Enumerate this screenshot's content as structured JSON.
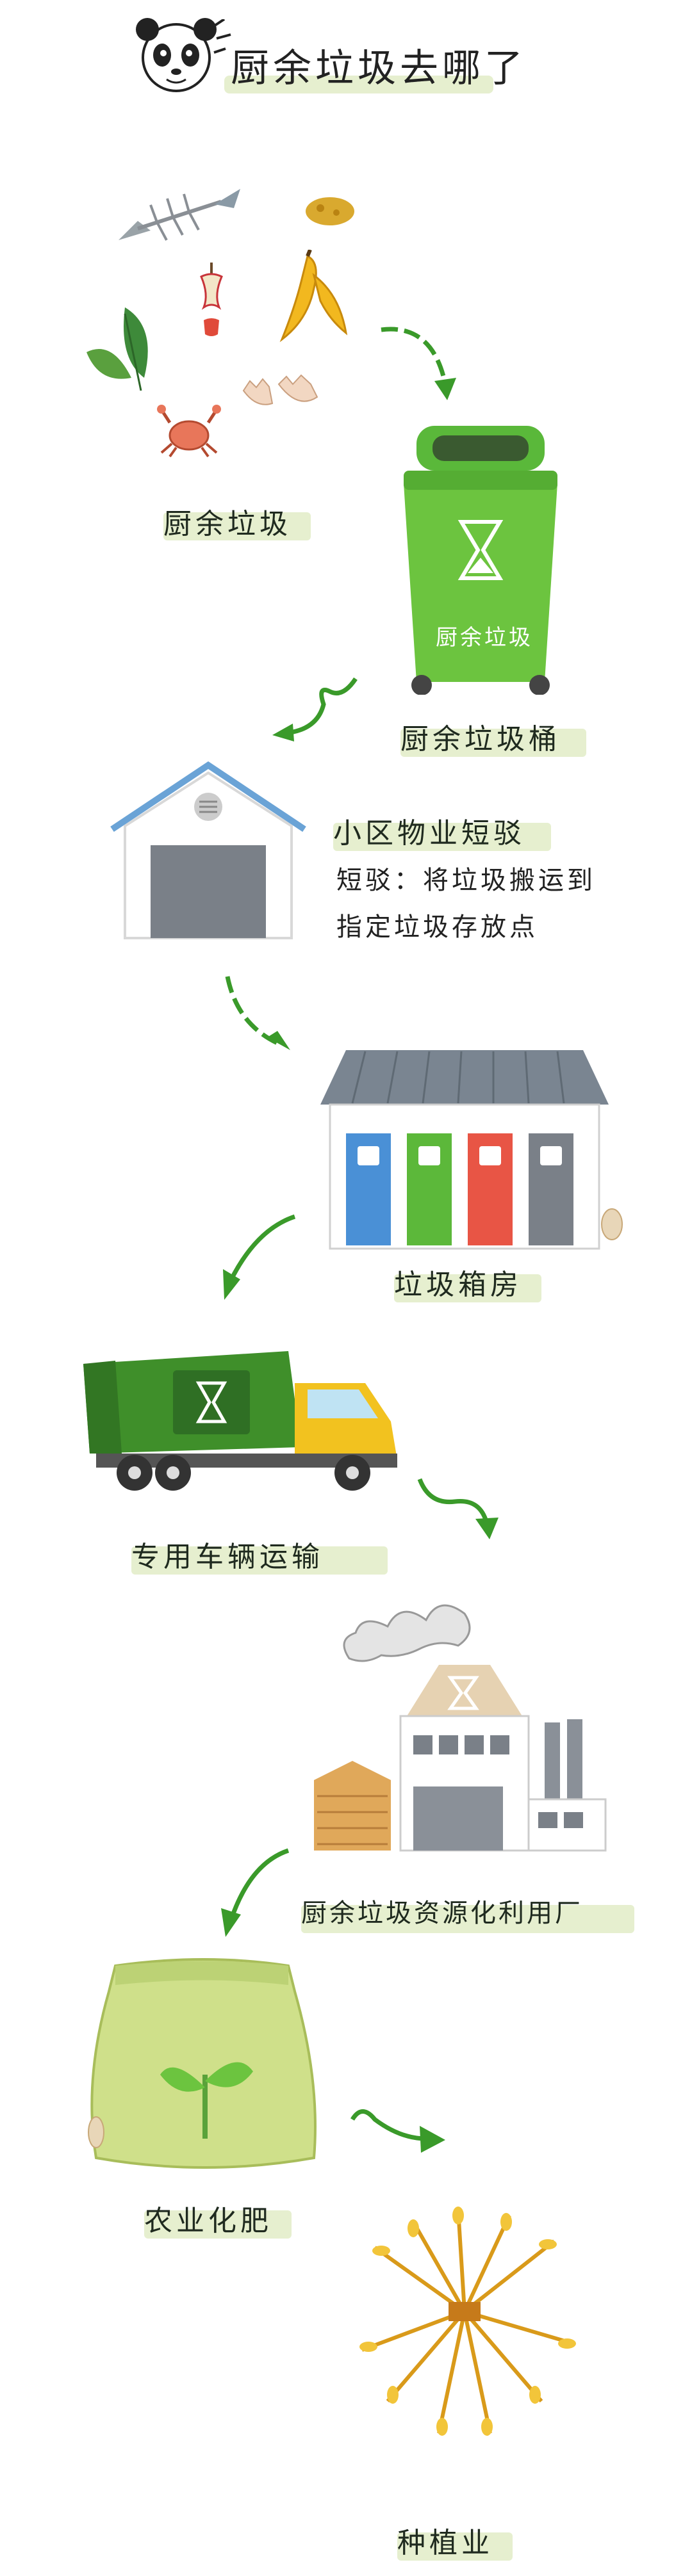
{
  "title": "厨余垃圾去哪了",
  "steps": {
    "kitchen_waste": "厨余垃圾",
    "bin_label": "厨余垃圾",
    "bin": "厨余垃圾桶",
    "property": "小区物业短驳",
    "property_note1": "短驳：将垃圾搬运到",
    "property_note2": "指定垃圾存放点",
    "room": "垃圾箱房",
    "truck": "专用车辆运输",
    "factory": "厨余垃圾资源化利用厂",
    "fertilizer": "农业化肥",
    "planting": "种植业"
  },
  "colors": {
    "green": "#63b83b",
    "dark_green": "#3f8f2a",
    "arrow": "#3a9a2a",
    "highlight": "#e6efcf"
  },
  "icons": [
    "panda-icon",
    "fish-bone-icon",
    "apple-core-icon",
    "banana-peel-icon",
    "leaf-icon",
    "eggshell-icon",
    "crab-icon",
    "recycle-hourglass-icon",
    "arrow-icon",
    "house-icon",
    "truck-icon",
    "factory-icon",
    "sack-icon",
    "wheat-icon"
  ]
}
